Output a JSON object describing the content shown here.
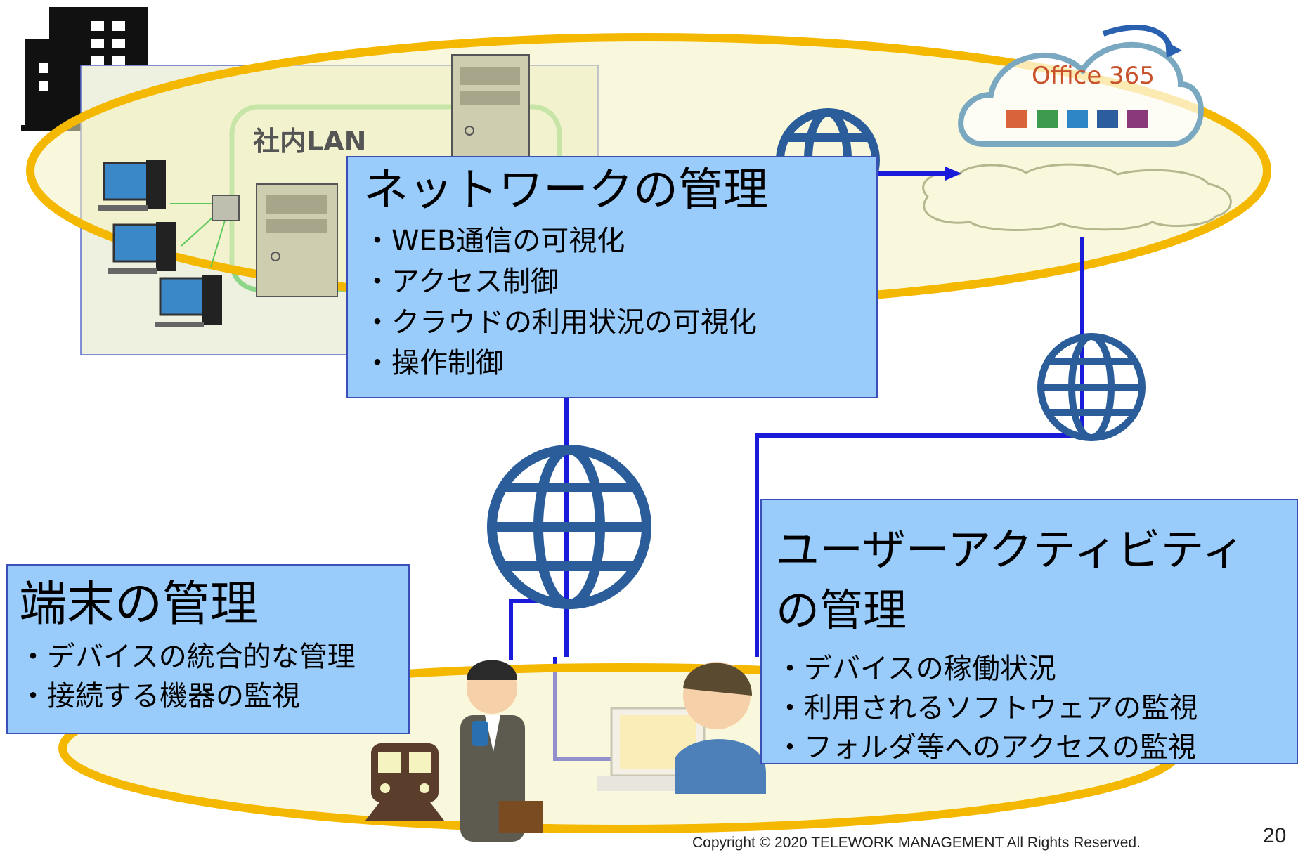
{
  "network_box": {
    "title": "ネットワークの管理",
    "items": [
      "・WEB通信の可視化",
      "・アクセス制御",
      "・クラウドの利用状況の可視化",
      "・操作制御"
    ]
  },
  "device_box": {
    "title": "端末の管理",
    "items": [
      "・デバイスの統合的な管理",
      "・接続する機器の監視"
    ]
  },
  "user_box": {
    "title": "ユーザーアクティビティ\nの管理",
    "items": [
      "・デバイスの稼働状況",
      "・利用されるソフトウェアの監視",
      "・フォルダ等へのアクセスの監視"
    ]
  },
  "lan_label": "社内LAN",
  "cloud_label": "Office 365",
  "footer": {
    "copyright": "Copyright © 2020 TELEWORK MANAGEMENT All Rights Reserved.",
    "page_number": "20"
  },
  "colors": {
    "box_fill": "#99ccfb",
    "box_border": "#3a4fb8",
    "ellipse_stroke": "#f5b800",
    "ellipse_fill": "#f5f3c0",
    "link_line": "#1a1adb",
    "globe": "#2a5d9a"
  }
}
